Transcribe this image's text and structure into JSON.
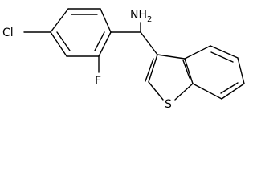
{
  "molecule": {
    "atoms": {
      "amine": {
        "symbol": "NH",
        "subscript": "2"
      },
      "chlorine": {
        "symbol": "Cl"
      },
      "fluorine": {
        "symbol": "F"
      },
      "sulfur": {
        "symbol": "S"
      }
    }
  }
}
